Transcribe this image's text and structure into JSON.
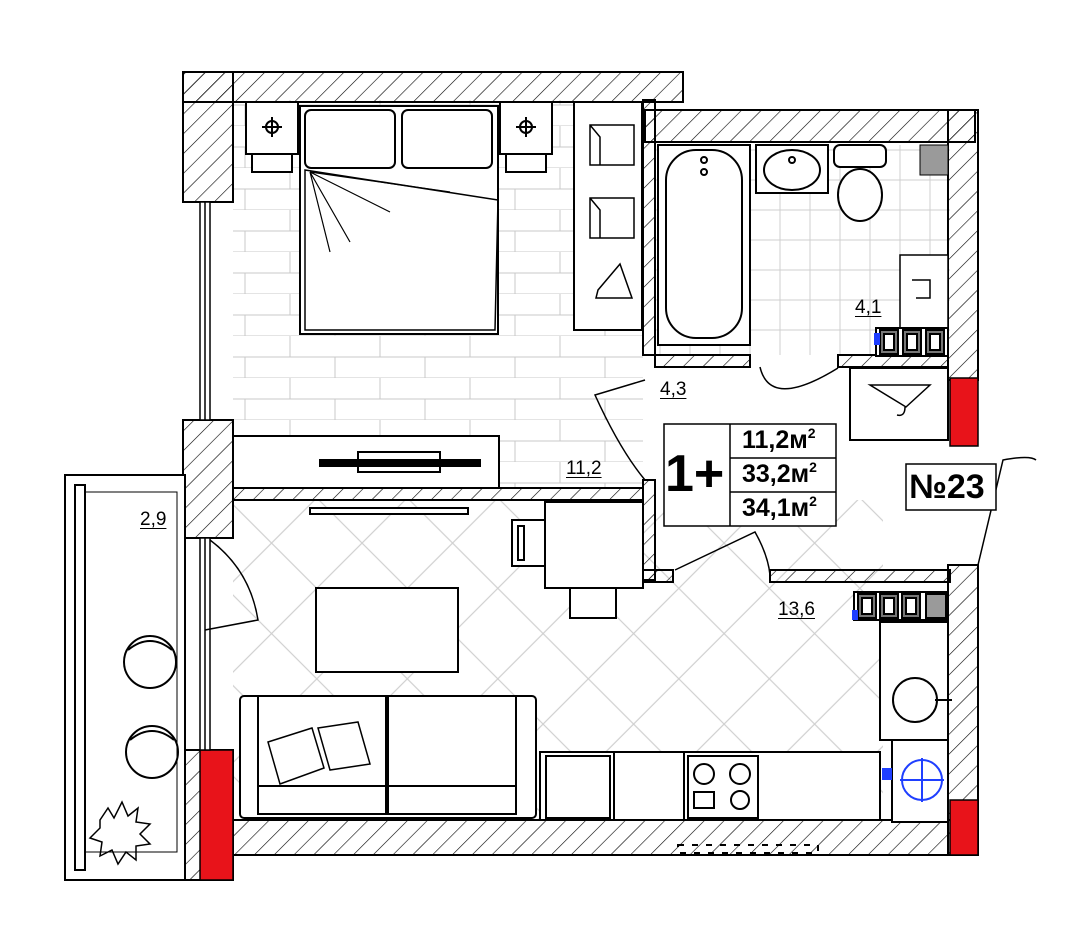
{
  "rooms": {
    "bedroom_area": "11,2",
    "bathroom_area": "4,1",
    "hall_area": "4,3",
    "living_kitchen_area": "13,6",
    "balcony_area": "2,9"
  },
  "summary": {
    "room_type": "1+",
    "living_area": "11,2м",
    "total_area": "33,2м",
    "total_with_balcony": "34,1м",
    "unit_sup": "2"
  },
  "apartment": {
    "number_label": "№23"
  },
  "colors": {
    "wall_hatch": "#000000",
    "bearing_wall": "#e8131a",
    "tile_lines": "#bdbdbd",
    "plumbing_blue": "#1f3fff",
    "grey_fixture": "#9a9a9a"
  }
}
